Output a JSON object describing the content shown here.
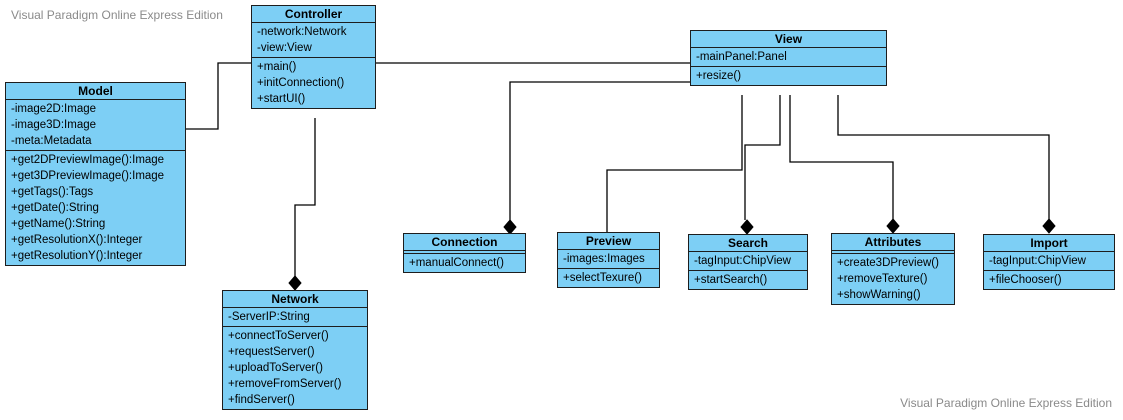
{
  "watermark_top": "Visual Paradigm Online Express Edition",
  "watermark_bottom": "Visual Paradigm Online Express Edition",
  "colors": {
    "class_fill": "#7dcff5",
    "border": "#1d1d1d",
    "watermark": "#8a8a8a"
  },
  "classes": {
    "controller": {
      "name": "Controller",
      "attributes": [
        "-network:Network",
        "-view:View"
      ],
      "operations": [
        "+main()",
        "+initConnection()",
        "+startUI()"
      ]
    },
    "model": {
      "name": "Model",
      "attributes": [
        "-image2D:Image",
        "-image3D:Image",
        "-meta:Metadata"
      ],
      "operations": [
        "+get2DPreviewImage():Image",
        "+get3DPreviewImage():Image",
        "+getTags():Tags",
        "+getDate():String",
        "+getName():String",
        "+getResolutionX():Integer",
        "+getResolutionY():Integer"
      ]
    },
    "view": {
      "name": "View",
      "attributes": [
        "-mainPanel:Panel"
      ],
      "operations": [
        "+resize()"
      ]
    },
    "network": {
      "name": "Network",
      "attributes": [
        "-ServerIP:String"
      ],
      "operations": [
        "+connectToServer()",
        "+requestServer()",
        "+uploadToServer()",
        "+removeFromServer()",
        "+findServer()"
      ]
    },
    "connection": {
      "name": "Connection",
      "attributes": [],
      "operations": [
        "+manualConnect()"
      ]
    },
    "preview": {
      "name": "Preview",
      "attributes": [
        "-images:Images"
      ],
      "operations": [
        "+selectTexure()"
      ]
    },
    "search": {
      "name": "Search",
      "attributes": [
        "-tagInput:ChipView"
      ],
      "operations": [
        "+startSearch()"
      ]
    },
    "attributes_cls": {
      "name": "Attributes",
      "attributes": [],
      "operations": [
        "+create3DPreview()",
        "+removeTexture()",
        "+showWarning()"
      ]
    },
    "import": {
      "name": "Import",
      "attributes": [
        "-tagInput:ChipView"
      ],
      "operations": [
        "+fileChooser()"
      ]
    }
  }
}
